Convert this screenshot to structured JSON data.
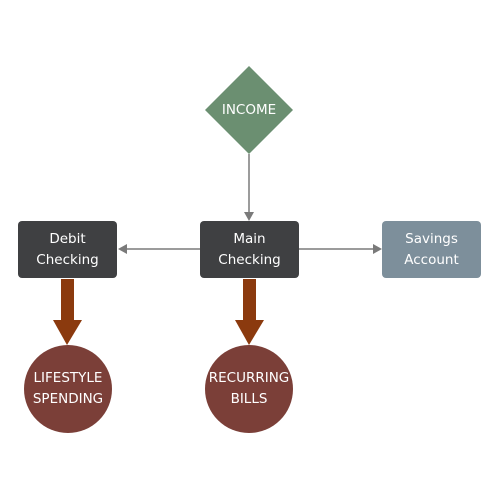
{
  "nodes": {
    "income": {
      "label": "INCOME",
      "color": "#6b8f71"
    },
    "main_checking": {
      "line1": "Main",
      "line2": "Checking",
      "color": "#3f4042"
    },
    "debit_checking": {
      "line1": "Debit",
      "line2": "Checking",
      "color": "#3f4042"
    },
    "savings_account": {
      "line1": "Savings",
      "line2": "Account",
      "color": "#7d8f9b"
    },
    "lifestyle_spending": {
      "line1": "LIFESTYLE",
      "line2": "SPENDING",
      "color": "#7b3f38"
    },
    "recurring_bills": {
      "line1": "RECURRING",
      "line2": "BILLS",
      "color": "#7b3f38"
    }
  },
  "edges": [
    {
      "from": "INCOME",
      "to": "Main Checking",
      "style": "thin",
      "color": "#7a7a7a"
    },
    {
      "from": "Main Checking",
      "to": "Debit Checking",
      "style": "thin",
      "color": "#7a7a7a"
    },
    {
      "from": "Main Checking",
      "to": "Savings Account",
      "style": "thin",
      "color": "#7a7a7a"
    },
    {
      "from": "Debit Checking",
      "to": "LIFESTYLE SPENDING",
      "style": "thick",
      "color": "#8b3a0e"
    },
    {
      "from": "Main Checking",
      "to": "RECURRING BILLS",
      "style": "thick",
      "color": "#8b3a0e"
    }
  ]
}
